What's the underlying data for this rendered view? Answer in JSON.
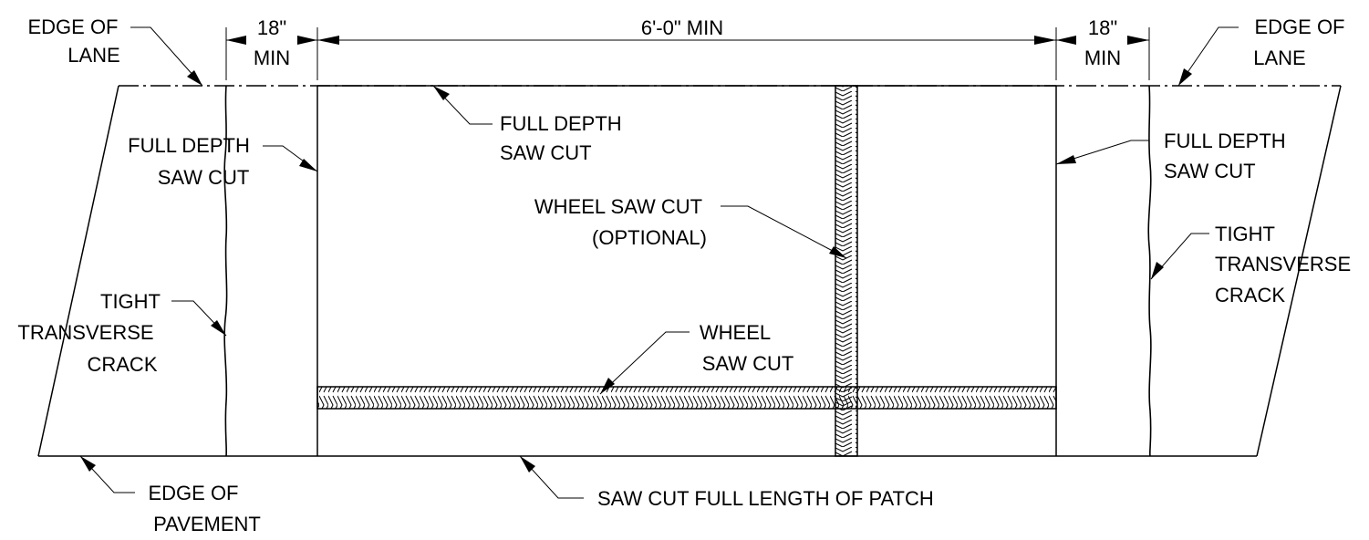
{
  "labels": {
    "edge_of_lane_left": [
      "EDGE OF",
      "LANE"
    ],
    "edge_of_lane_right": [
      "EDGE OF",
      "LANE"
    ],
    "dim_left": [
      "18\"",
      "MIN"
    ],
    "dim_right": [
      "18\"",
      "MIN"
    ],
    "dim_center": "6'-0\" MIN",
    "full_depth_top": [
      "FULL DEPTH",
      "SAW CUT"
    ],
    "full_depth_left": [
      "FULL DEPTH",
      "SAW CUT"
    ],
    "full_depth_right": [
      "FULL DEPTH",
      "SAW CUT"
    ],
    "wheel_saw_cut_optional": [
      "WHEEL SAW CUT",
      "(OPTIONAL)"
    ],
    "tight_crack_left": [
      "TIGHT",
      "TRANSVERSE",
      "CRACK"
    ],
    "tight_crack_right": [
      "TIGHT",
      "TRANSVERSE",
      "CRACK"
    ],
    "wheel_saw_cut": [
      "WHEEL",
      "SAW CUT"
    ],
    "edge_of_pavement": [
      "EDGE OF",
      "PAVEMENT"
    ],
    "saw_cut_full_length": "SAW CUT FULL LENGTH OF PATCH"
  }
}
